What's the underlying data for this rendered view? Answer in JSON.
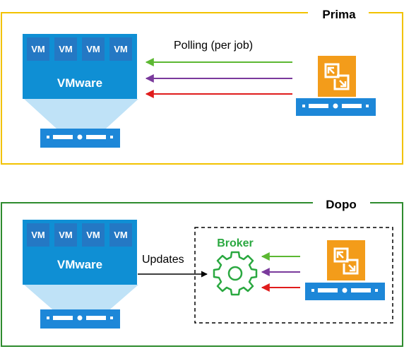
{
  "panels": {
    "before": {
      "title": "Prima",
      "frame_color": "#f2c200"
    },
    "after": {
      "title": "Dopo",
      "frame_color": "#2e8b2e"
    }
  },
  "vm_label": "VM",
  "vmware_label": "VMware",
  "polling_label": "Polling (per job)",
  "updates_label": "Updates",
  "broker_label": "Broker",
  "colors": {
    "vmware_blue": "#0f8fd4",
    "vm_box_blue": "#2478c4",
    "light_blue": "#bfe2f7",
    "server_blue": "#1d87d8",
    "orange": "#f39c1a",
    "broker_green": "#2aa840",
    "arrow_green": "#5cb832",
    "arrow_purple": "#7a3a9c",
    "arrow_red": "#e01c1c"
  },
  "icons": {
    "vm_stack": "vmware-stack-icon",
    "server": "server-icon",
    "app": "veeam-app-icon",
    "gear": "gear-icon"
  }
}
